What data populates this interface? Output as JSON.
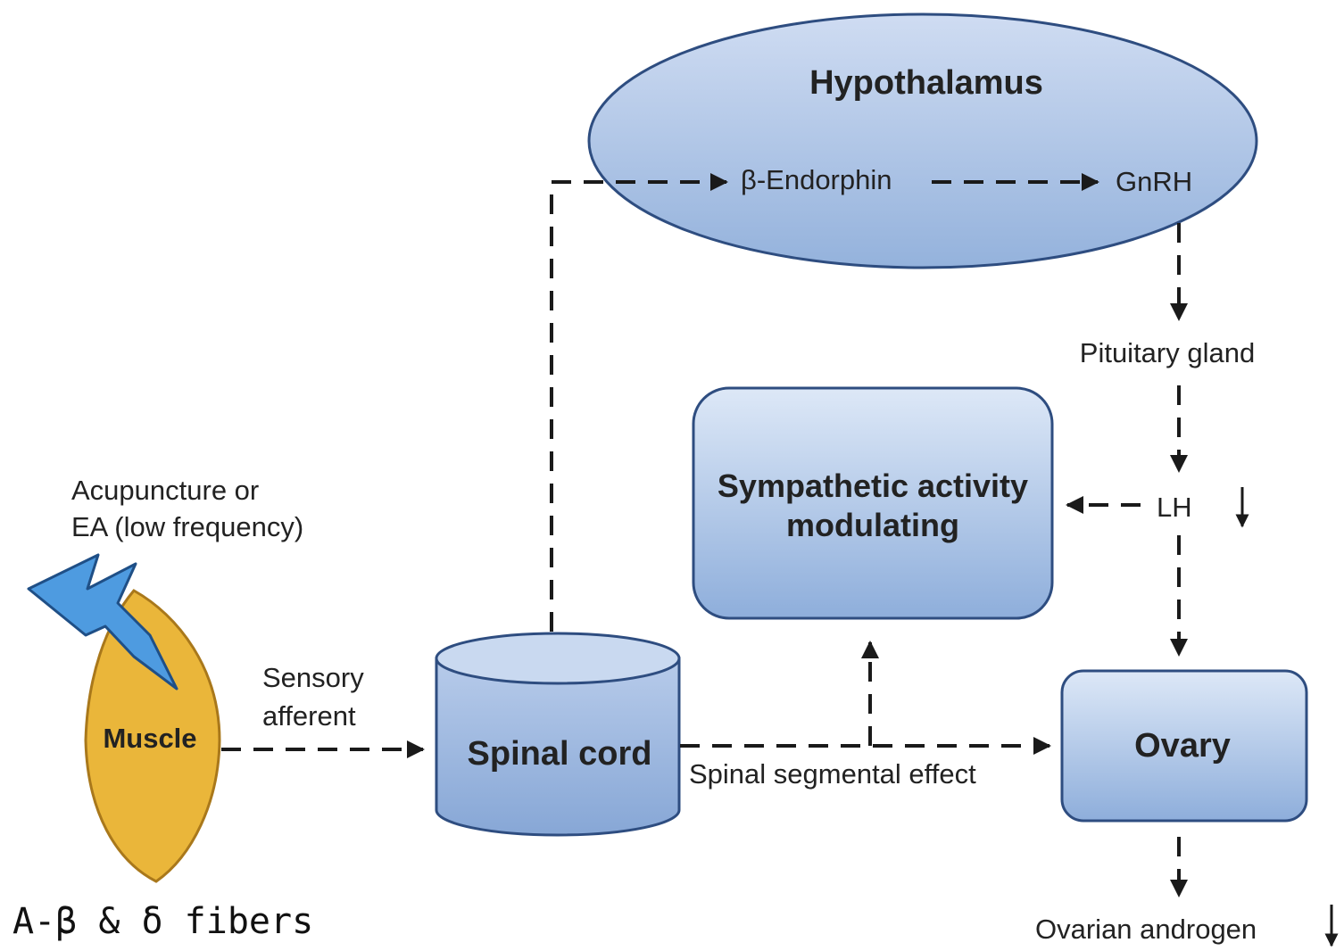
{
  "nodes": {
    "hypothalamus": "Hypothalamus",
    "beta_endorphin": "β-Endorphin",
    "gnrh": "GnRH",
    "pituitary": "Pituitary gland",
    "lh": "LH",
    "sympathetic_line1": "Sympathetic activity",
    "sympathetic_line2": "modulating",
    "acupuncture_line1": "Acupuncture or",
    "acupuncture_line2": "EA (low frequency)",
    "muscle": "Muscle",
    "sensory_line1": "Sensory",
    "sensory_line2": "afferent",
    "spinal_cord": "Spinal cord",
    "spinal_effect": "Spinal segmental effect",
    "ovary": "Ovary",
    "ovarian_androgen": "Ovarian androgen"
  },
  "annotation": "A-β & δ fibers",
  "colors": {
    "node_fill": "#b3c9e8",
    "node_stroke": "#2e4d80",
    "muscle_fill": "#eab63a",
    "bolt_fill": "#4e9be0"
  }
}
